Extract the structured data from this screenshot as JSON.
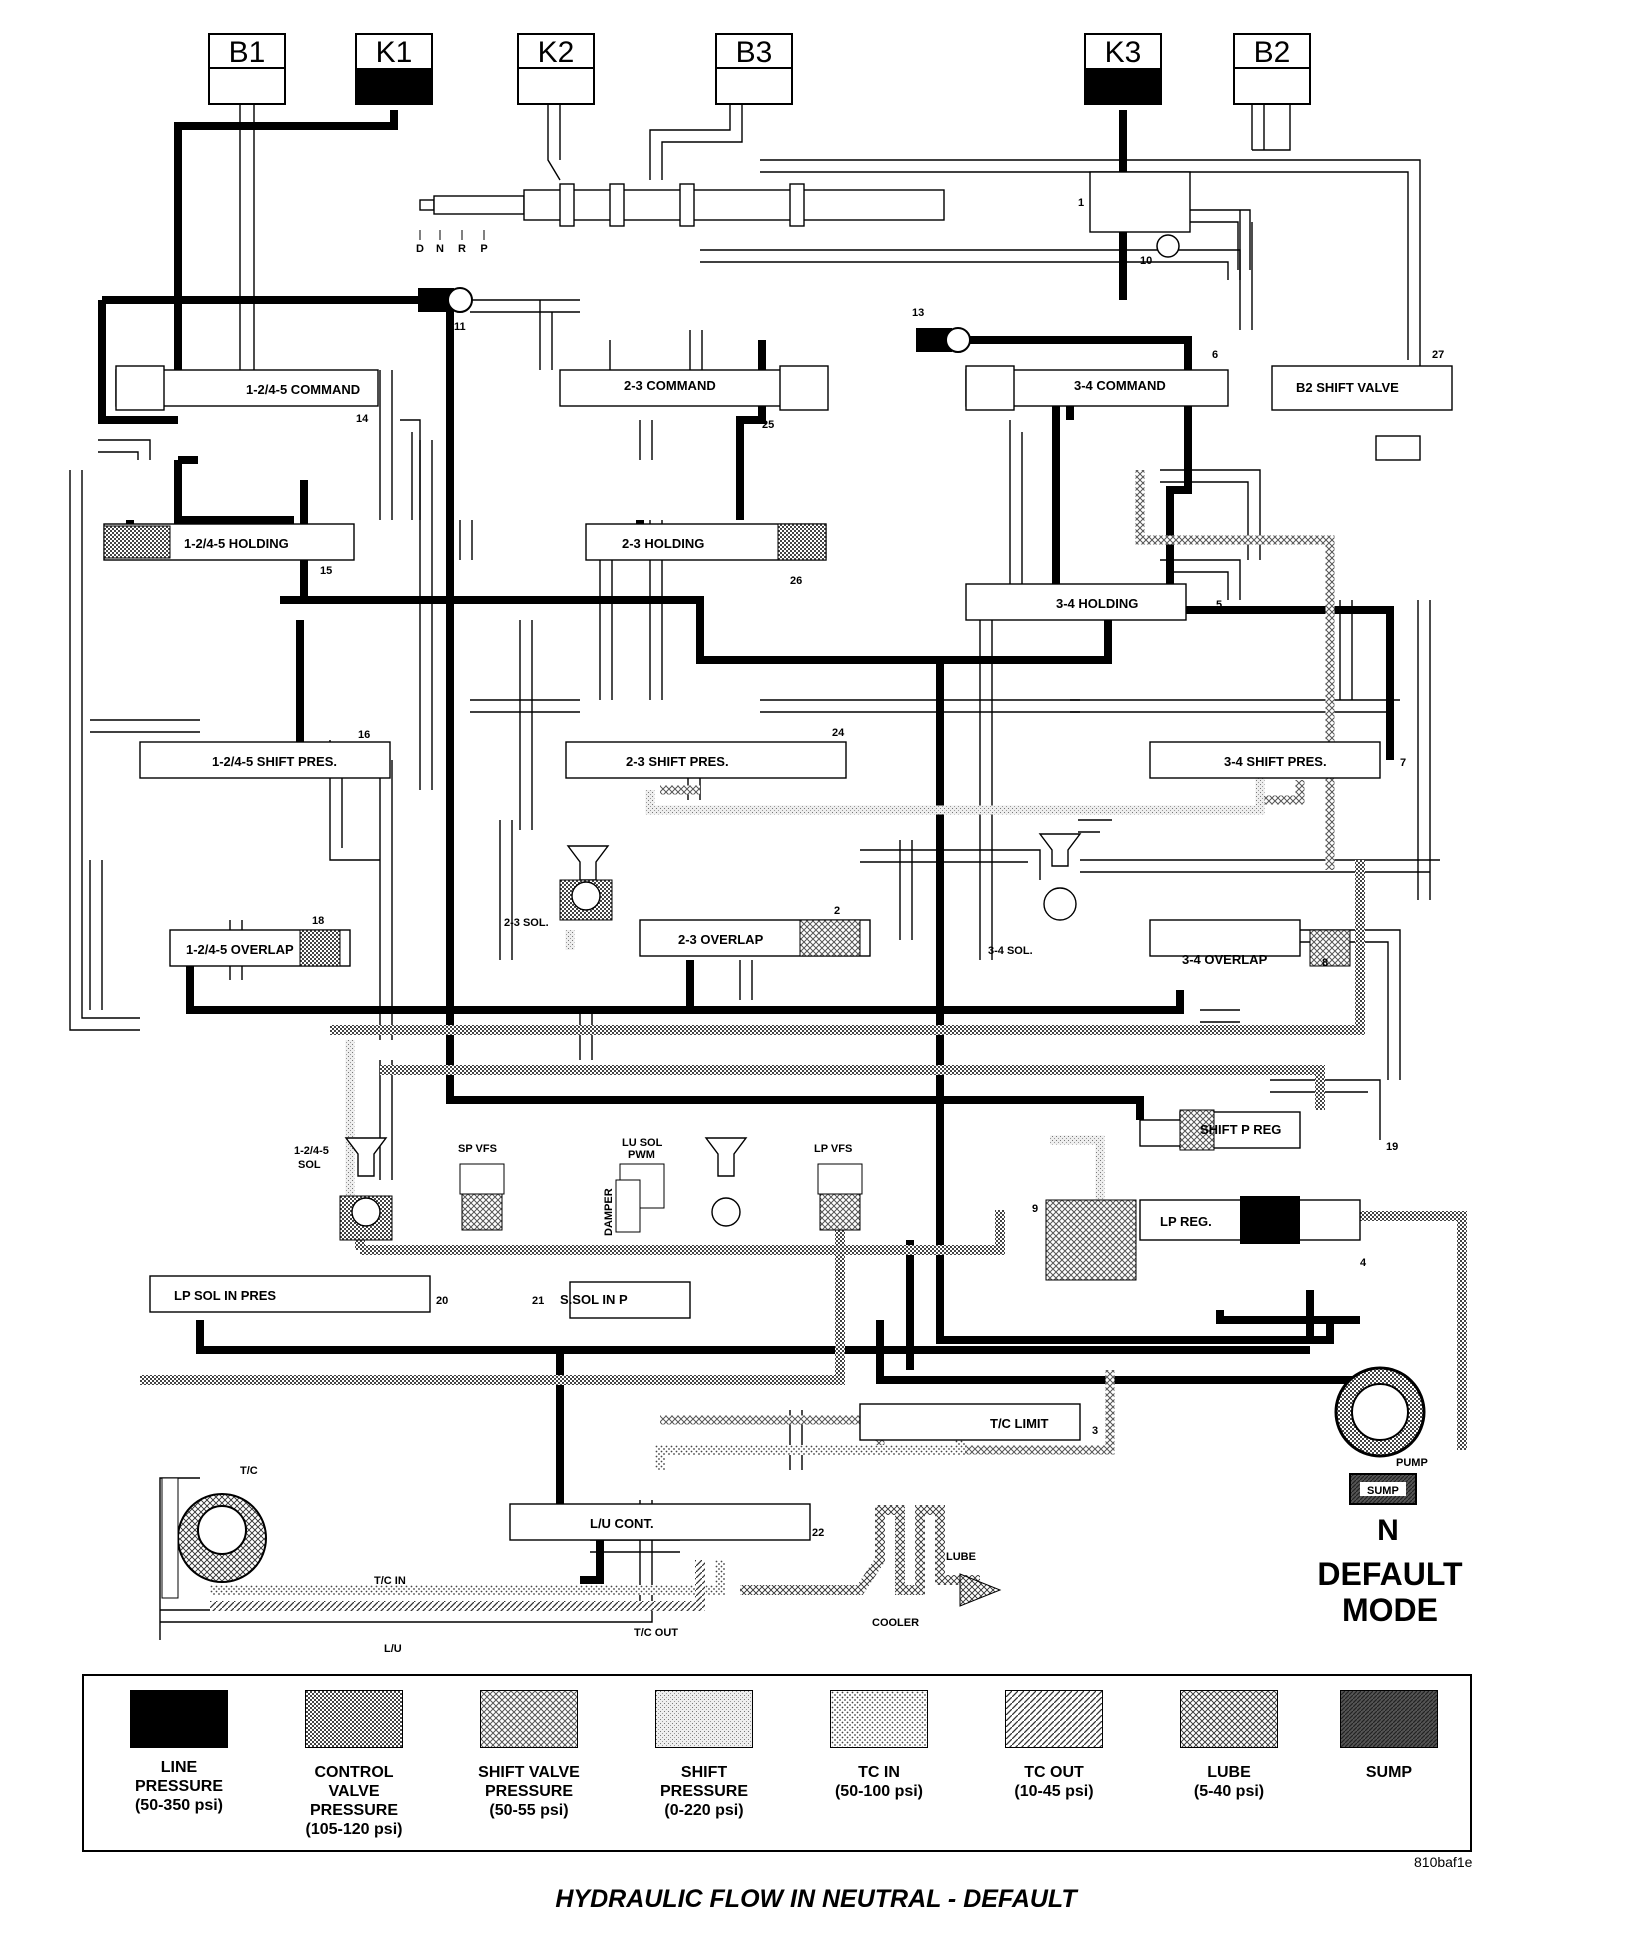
{
  "clutches": [
    {
      "label": "B1",
      "filled": false
    },
    {
      "label": "K1",
      "filled": true
    },
    {
      "label": "K2",
      "filled": false
    },
    {
      "label": "B3",
      "filled": false
    },
    {
      "label": "K3",
      "filled": true
    },
    {
      "label": "B2",
      "filled": false
    }
  ],
  "manual_positions": [
    "D",
    "N",
    "R",
    "P"
  ],
  "valves": {
    "v1245_command": "1-2/4-5 COMMAND",
    "v23_command": "2-3 COMMAND",
    "v34_command": "3-4 COMMAND",
    "b2_shift": "B2 SHIFT VALVE",
    "v1245_holding": "1-2/4-5 HOLDING",
    "v23_holding": "2-3 HOLDING",
    "v34_holding": "3-4 HOLDING",
    "v1245_shift_pres": "1-2/4-5 SHIFT PRES.",
    "v23_shift_pres": "2-3 SHIFT PRES.",
    "v34_shift_pres": "3-4 SHIFT PRES.",
    "v1245_overlap": "1-2/4-5 OVERLAP",
    "v23_overlap": "2-3 OVERLAP",
    "v34_overlap": "3-4 OVERLAP",
    "shift_p_reg": "SHIFT P REG",
    "lp_reg": "LP REG.",
    "lp_sol_in_pres": "LP SOL IN PRES",
    "s_sol_in_p": "S.SOL IN P",
    "tc_limit": "T/C LIMIT",
    "lu_cont": "L/U CONT."
  },
  "solenoids": {
    "sol_23": "2-3 SOL.",
    "sol_34": "3-4 SOL.",
    "sol_1245_a": "1-2/4-5",
    "sol_1245_b": "SOL",
    "sp_vfs": "SP VFS",
    "lu_sol_a": "LU SOL",
    "lu_sol_b": "PWM",
    "damper": "DAMPER",
    "lp_vfs": "LP VFS"
  },
  "numbers": [
    "1",
    "10",
    "11",
    "13",
    "14",
    "15",
    "6",
    "27",
    "25",
    "26",
    "5",
    "16",
    "24",
    "7",
    "18",
    "2",
    "8",
    "19",
    "9",
    "4",
    "20",
    "21",
    "3",
    "22"
  ],
  "components": {
    "pump": "PUMP",
    "sump": "SUMP",
    "tc": "T/C",
    "tc_in": "T/C IN",
    "tc_out": "T/C OUT",
    "lu": "L/U",
    "cooler": "COOLER",
    "lube": "LUBE"
  },
  "mode": {
    "gear": "N",
    "line1": "DEFAULT",
    "line2": "MODE"
  },
  "legend": [
    {
      "lines": [
        "LINE",
        "PRESSURE",
        "(50-350 psi)"
      ],
      "pattern": "line"
    },
    {
      "lines": [
        "CONTROL",
        "VALVE",
        "PRESSURE",
        "(105-120 psi)"
      ],
      "pattern": "control"
    },
    {
      "lines": [
        "SHIFT VALVE",
        "PRESSURE",
        "(50-55 psi)"
      ],
      "pattern": "shiftvalve"
    },
    {
      "lines": [
        "SHIFT",
        "PRESSURE",
        "(0-220 psi)"
      ],
      "pattern": "shift"
    },
    {
      "lines": [
        "TC IN",
        "(50-100 psi)"
      ],
      "pattern": "tcin"
    },
    {
      "lines": [
        "TC OUT",
        "(10-45 psi)"
      ],
      "pattern": "tcout"
    },
    {
      "lines": [
        "LUBE",
        "(5-40 psi)"
      ],
      "pattern": "lube"
    },
    {
      "lines": [
        "SUMP"
      ],
      "pattern": "sump"
    }
  ],
  "caption": "HYDRAULIC FLOW IN NEUTRAL - DEFAULT",
  "figure_id": "810baf1e"
}
